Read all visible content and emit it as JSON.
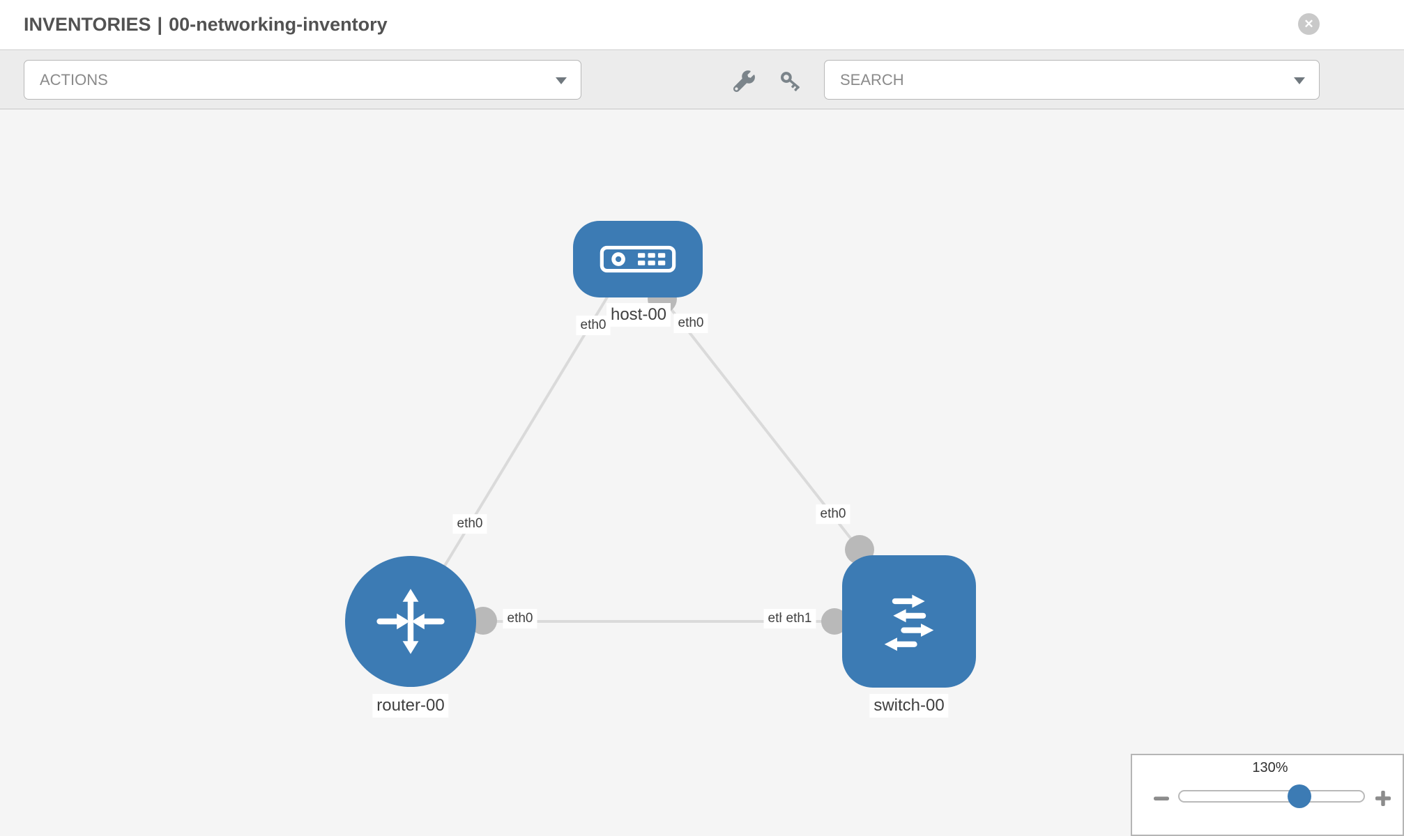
{
  "header": {
    "section": "INVENTORIES",
    "separator": "|",
    "inventory_name": "00-networking-inventory",
    "close_glyph": "✕"
  },
  "toolbar": {
    "actions_label": "ACTIONS",
    "search_label": "SEARCH",
    "icons": [
      "wrench-icon",
      "key-icon"
    ]
  },
  "topology": {
    "nodes": [
      {
        "id": "host-00",
        "label": "host-00",
        "type": "host"
      },
      {
        "id": "router-00",
        "label": "router-00",
        "type": "router"
      },
      {
        "id": "switch-00",
        "label": "switch-00",
        "type": "switch"
      }
    ],
    "links": [
      {
        "from": "host-00",
        "from_interface": "eth0",
        "to": "router-00",
        "to_interface": "eth0"
      },
      {
        "from": "host-00",
        "from_interface": "eth0",
        "to": "switch-00",
        "to_interface": "eth0"
      },
      {
        "from": "router-00",
        "from_interface": "eth0",
        "to": "switch-00",
        "to_interface": "eth1"
      }
    ],
    "partially_hidden_label": "eth0"
  },
  "zoom_control": {
    "level": "130%",
    "minus_icon": "minus",
    "plus_icon": "plus"
  },
  "colors": {
    "node_blue": "#3c7bb4",
    "wire_gray": "#dadada",
    "port_gray": "#b9b9b9",
    "toolbar_bg": "#ececec",
    "canvas_bg": "#f5f5f5",
    "icon_gray": "#7b848a"
  }
}
